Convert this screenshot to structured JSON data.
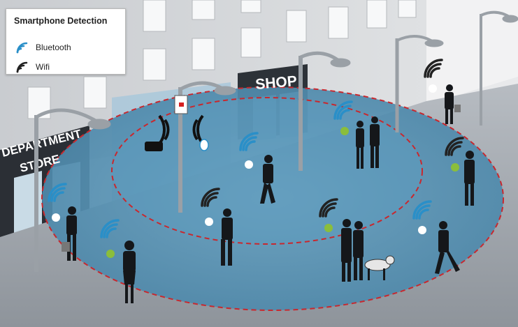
{
  "legend": {
    "title": "Smartphone Detection",
    "items": [
      {
        "label": "Bluetooth",
        "icon": "signal-icon-blue",
        "color": "#2a8fc8"
      },
      {
        "label": "Wifi",
        "icon": "signal-icon-black",
        "color": "#222222"
      }
    ]
  },
  "storefronts": {
    "department_store_line1": "DEPARTMENT",
    "department_store_line2": "STORE",
    "shop": "SHOP"
  },
  "colors": {
    "detection_zone": "#5a97b8",
    "zone_boundary": "#c8282e",
    "bluetooth_signal": "#2a8fc8",
    "wifi_signal": "#222222",
    "android_icon": "#8bbe3b"
  }
}
